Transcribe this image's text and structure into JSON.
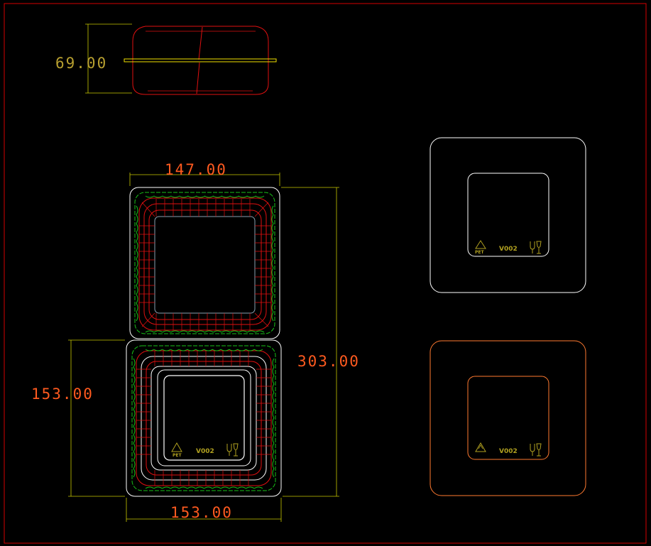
{
  "colors": {
    "background": "#000000",
    "frame": "#d40000",
    "dimension_text": "#ff5a1f",
    "dimension_text_side": "#b8a030",
    "dimension_line": "#c8c800",
    "outline_red": "#e01010",
    "scallop_green": "#18c018",
    "white": "#ffffff",
    "yellow": "#f0e000",
    "olive": "#b0a020",
    "orange": "#ff7a30"
  },
  "dimensions": {
    "height": "69.00",
    "top_width": "147.00",
    "total_length": "303.00",
    "bottom_length": "153.00",
    "bottom_width": "153.00"
  },
  "markings": {
    "code": "V002",
    "material": "PET",
    "recycle_icon": "recycle-triangle-icon",
    "food_safe_icon": "fork-glass-icon"
  }
}
